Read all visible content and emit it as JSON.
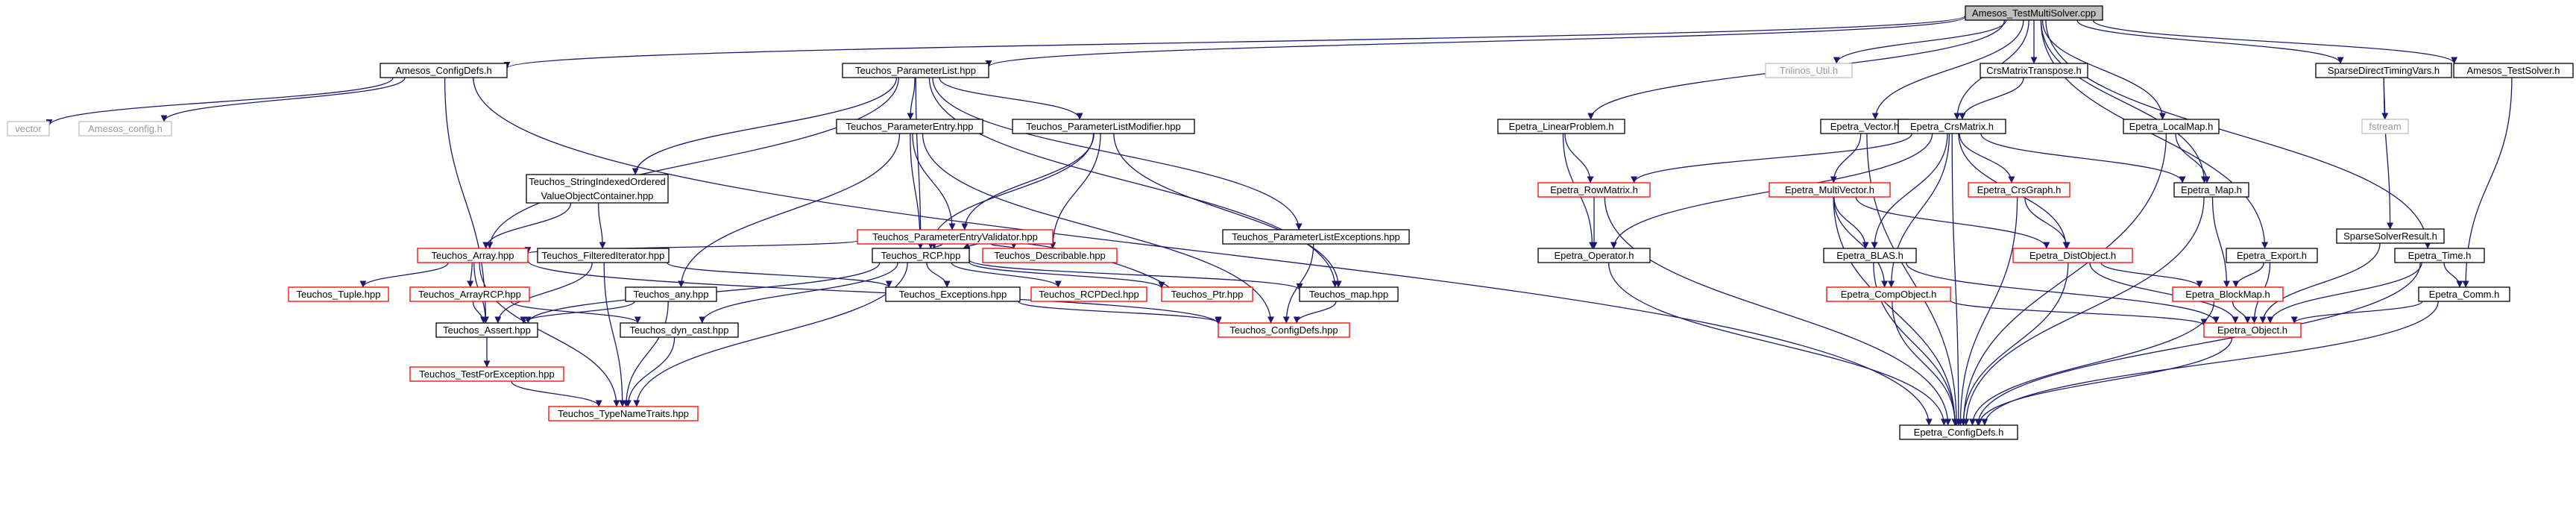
{
  "nodes": [
    {
      "id": "root",
      "lines": [
        "Amesos_TestMultiSolver.cpp"
      ],
      "style": "root"
    },
    {
      "id": "amesos_configdefs",
      "lines": [
        "Amesos_ConfigDefs.h"
      ],
      "style": "black"
    },
    {
      "id": "vector",
      "lines": [
        "vector"
      ],
      "style": "gray"
    },
    {
      "id": "amesos_config",
      "lines": [
        "Amesos_config.h"
      ],
      "style": "gray"
    },
    {
      "id": "pl",
      "lines": [
        "Teuchos_ParameterList.hpp"
      ],
      "style": "black"
    },
    {
      "id": "pe",
      "lines": [
        "Teuchos_ParameterEntry.hpp"
      ],
      "style": "black"
    },
    {
      "id": "plm",
      "lines": [
        "Teuchos_ParameterListModifier.hpp"
      ],
      "style": "black"
    },
    {
      "id": "sio",
      "lines": [
        "Teuchos_StringIndexedOrdered",
        "ValueObjectContainer.hpp"
      ],
      "style": "black"
    },
    {
      "id": "pev",
      "lines": [
        "Teuchos_ParameterEntryValidator.hpp"
      ],
      "style": "red"
    },
    {
      "id": "ple",
      "lines": [
        "Teuchos_ParameterListExceptions.hpp"
      ],
      "style": "black"
    },
    {
      "id": "array",
      "lines": [
        "Teuchos_Array.hpp"
      ],
      "style": "red"
    },
    {
      "id": "fi",
      "lines": [
        "Teuchos_FilteredIterator.hpp"
      ],
      "style": "black"
    },
    {
      "id": "rcp",
      "lines": [
        "Teuchos_RCP.hpp"
      ],
      "style": "black"
    },
    {
      "id": "describable",
      "lines": [
        "Teuchos_Describable.hpp"
      ],
      "style": "red"
    },
    {
      "id": "tuple",
      "lines": [
        "Teuchos_Tuple.hpp"
      ],
      "style": "red"
    },
    {
      "id": "arrayrcp",
      "lines": [
        "Teuchos_ArrayRCP.hpp"
      ],
      "style": "red"
    },
    {
      "id": "any",
      "lines": [
        "Teuchos_any.hpp"
      ],
      "style": "black"
    },
    {
      "id": "exceptions",
      "lines": [
        "Teuchos_Exceptions.hpp"
      ],
      "style": "black"
    },
    {
      "id": "rcpdecl",
      "lines": [
        "Teuchos_RCPDecl.hpp"
      ],
      "style": "red"
    },
    {
      "id": "ptr",
      "lines": [
        "Teuchos_Ptr.hpp"
      ],
      "style": "red"
    },
    {
      "id": "map",
      "lines": [
        "Teuchos_map.hpp"
      ],
      "style": "black"
    },
    {
      "id": "assert",
      "lines": [
        "Teuchos_Assert.hpp"
      ],
      "style": "black"
    },
    {
      "id": "dyncast",
      "lines": [
        "Teuchos_dyn_cast.hpp"
      ],
      "style": "black"
    },
    {
      "id": "tconfigdefs",
      "lines": [
        "Teuchos_ConfigDefs.hpp"
      ],
      "style": "red"
    },
    {
      "id": "tfe",
      "lines": [
        "Teuchos_TestForException.hpp"
      ],
      "style": "red"
    },
    {
      "id": "tnt",
      "lines": [
        "Teuchos_TypeNameTraits.hpp"
      ],
      "style": "red"
    },
    {
      "id": "trilinos_util",
      "lines": [
        "Trilinos_Util.h"
      ],
      "style": "gray"
    },
    {
      "id": "crsmt",
      "lines": [
        "CrsMatrixTranspose.h"
      ],
      "style": "black"
    },
    {
      "id": "lp",
      "lines": [
        "Epetra_LinearProblem.h"
      ],
      "style": "black"
    },
    {
      "id": "evector",
      "lines": [
        "Epetra_Vector.h"
      ],
      "style": "black"
    },
    {
      "id": "crsmatrix",
      "lines": [
        "Epetra_CrsMatrix.h"
      ],
      "style": "black"
    },
    {
      "id": "localmap",
      "lines": [
        "Epetra_LocalMap.h"
      ],
      "style": "black"
    },
    {
      "id": "sdtv",
      "lines": [
        "SparseDirectTimingVars.h"
      ],
      "style": "black"
    },
    {
      "id": "amesos_ts",
      "lines": [
        "Amesos_TestSolver.h"
      ],
      "style": "black"
    },
    {
      "id": "fstream",
      "lines": [
        "fstream"
      ],
      "style": "gray"
    },
    {
      "id": "ssr",
      "lines": [
        "SparseSolverResult.h"
      ],
      "style": "black"
    },
    {
      "id": "rowmatrix",
      "lines": [
        "Epetra_RowMatrix.h"
      ],
      "style": "red"
    },
    {
      "id": "multivector",
      "lines": [
        "Epetra_MultiVector.h"
      ],
      "style": "red"
    },
    {
      "id": "crsgraph",
      "lines": [
        "Epetra_CrsGraph.h"
      ],
      "style": "red"
    },
    {
      "id": "emap",
      "lines": [
        "Epetra_Map.h"
      ],
      "style": "black"
    },
    {
      "id": "operator",
      "lines": [
        "Epetra_Operator.h"
      ],
      "style": "black"
    },
    {
      "id": "blas",
      "lines": [
        "Epetra_BLAS.h"
      ],
      "style": "black"
    },
    {
      "id": "distobject",
      "lines": [
        "Epetra_DistObject.h"
      ],
      "style": "red"
    },
    {
      "id": "export",
      "lines": [
        "Epetra_Export.h"
      ],
      "style": "black"
    },
    {
      "id": "etime",
      "lines": [
        "Epetra_Time.h"
      ],
      "style": "black"
    },
    {
      "id": "compobject",
      "lines": [
        "Epetra_CompObject.h"
      ],
      "style": "red"
    },
    {
      "id": "blockmap",
      "lines": [
        "Epetra_BlockMap.h"
      ],
      "style": "red"
    },
    {
      "id": "comm",
      "lines": [
        "Epetra_Comm.h"
      ],
      "style": "black"
    },
    {
      "id": "eobject",
      "lines": [
        "Epetra_Object.h"
      ],
      "style": "red"
    },
    {
      "id": "econfigdefs",
      "lines": [
        "Epetra_ConfigDefs.h"
      ],
      "style": "black"
    }
  ],
  "edges": [
    [
      "root",
      "amesos_configdefs"
    ],
    [
      "root",
      "pl"
    ],
    [
      "root",
      "trilinos_util"
    ],
    [
      "root",
      "crsmt"
    ],
    [
      "root",
      "lp"
    ],
    [
      "root",
      "evector"
    ],
    [
      "root",
      "crsmatrix"
    ],
    [
      "root",
      "localmap"
    ],
    [
      "root",
      "emap"
    ],
    [
      "root",
      "export"
    ],
    [
      "root",
      "sdtv"
    ],
    [
      "root",
      "amesos_ts"
    ],
    [
      "root",
      "etime"
    ],
    [
      "amesos_configdefs",
      "vector"
    ],
    [
      "amesos_configdefs",
      "amesos_config"
    ],
    [
      "amesos_configdefs",
      "assert"
    ],
    [
      "amesos_configdefs",
      "econfigdefs"
    ],
    [
      "pl",
      "pe"
    ],
    [
      "pl",
      "plm"
    ],
    [
      "pl",
      "sio"
    ],
    [
      "pl",
      "ple"
    ],
    [
      "pl",
      "array"
    ],
    [
      "pl",
      "rcp"
    ],
    [
      "pl",
      "map"
    ],
    [
      "pe",
      "pev"
    ],
    [
      "pe",
      "rcp"
    ],
    [
      "pe",
      "any"
    ],
    [
      "pe",
      "tconfigdefs"
    ],
    [
      "plm",
      "pev"
    ],
    [
      "plm",
      "rcp"
    ],
    [
      "plm",
      "describable"
    ],
    [
      "plm",
      "map"
    ],
    [
      "sio",
      "array"
    ],
    [
      "sio",
      "fi"
    ],
    [
      "pev",
      "array"
    ],
    [
      "pev",
      "rcp"
    ],
    [
      "pev",
      "describable"
    ],
    [
      "ple",
      "tconfigdefs"
    ],
    [
      "array",
      "tuple"
    ],
    [
      "array",
      "arrayrcp"
    ],
    [
      "array",
      "assert"
    ],
    [
      "array",
      "tconfigdefs"
    ],
    [
      "array",
      "tnt"
    ],
    [
      "fi",
      "assert"
    ],
    [
      "fi",
      "exceptions"
    ],
    [
      "fi",
      "tnt"
    ],
    [
      "rcp",
      "exceptions"
    ],
    [
      "rcp",
      "rcpdecl"
    ],
    [
      "rcp",
      "ptr"
    ],
    [
      "rcp",
      "map"
    ],
    [
      "rcp",
      "assert"
    ],
    [
      "rcp",
      "dyncast"
    ],
    [
      "rcp",
      "tnt"
    ],
    [
      "ptr",
      "rcp"
    ],
    [
      "arrayrcp",
      "assert"
    ],
    [
      "arrayrcp",
      "dyncast"
    ],
    [
      "any",
      "assert"
    ],
    [
      "any",
      "tnt"
    ],
    [
      "exceptions",
      "tconfigdefs"
    ],
    [
      "map",
      "tconfigdefs"
    ],
    [
      "assert",
      "tfe"
    ],
    [
      "tfe",
      "tnt"
    ],
    [
      "dyncast",
      "tnt"
    ],
    [
      "crsmt",
      "crsmatrix"
    ],
    [
      "lp",
      "rowmatrix"
    ],
    [
      "lp",
      "operator"
    ],
    [
      "evector",
      "multivector"
    ],
    [
      "evector",
      "econfigdefs"
    ],
    [
      "crsmatrix",
      "rowmatrix"
    ],
    [
      "crsmatrix",
      "operator"
    ],
    [
      "crsmatrix",
      "blas"
    ],
    [
      "crsmatrix",
      "crsgraph"
    ],
    [
      "crsmatrix",
      "distobject"
    ],
    [
      "crsmatrix",
      "emap"
    ],
    [
      "crsmatrix",
      "compobject"
    ],
    [
      "crsmatrix",
      "econfigdefs"
    ],
    [
      "localmap",
      "emap"
    ],
    [
      "localmap",
      "econfigdefs"
    ],
    [
      "sdtv",
      "fstream"
    ],
    [
      "sdtv",
      "ssr"
    ],
    [
      "amesos_ts",
      "comm"
    ],
    [
      "rowmatrix",
      "operator"
    ],
    [
      "rowmatrix",
      "econfigdefs"
    ],
    [
      "multivector",
      "blas"
    ],
    [
      "multivector",
      "distobject"
    ],
    [
      "multivector",
      "compobject"
    ],
    [
      "multivector",
      "econfigdefs"
    ],
    [
      "crsgraph",
      "distobject"
    ],
    [
      "crsgraph",
      "econfigdefs"
    ],
    [
      "emap",
      "blockmap"
    ],
    [
      "emap",
      "econfigdefs"
    ],
    [
      "operator",
      "econfigdefs"
    ],
    [
      "blas",
      "eobject"
    ],
    [
      "blas",
      "econfigdefs"
    ],
    [
      "distobject",
      "blockmap"
    ],
    [
      "distobject",
      "eobject"
    ],
    [
      "distobject",
      "econfigdefs"
    ],
    [
      "export",
      "blockmap"
    ],
    [
      "export",
      "eobject"
    ],
    [
      "etime",
      "comm"
    ],
    [
      "etime",
      "eobject"
    ],
    [
      "etime",
      "econfigdefs"
    ],
    [
      "ssr",
      "eobject"
    ],
    [
      "compobject",
      "eobject"
    ],
    [
      "compobject",
      "econfigdefs"
    ],
    [
      "blockmap",
      "eobject"
    ],
    [
      "blockmap",
      "econfigdefs"
    ],
    [
      "comm",
      "eobject"
    ],
    [
      "comm",
      "econfigdefs"
    ],
    [
      "eobject",
      "econfigdefs"
    ]
  ]
}
